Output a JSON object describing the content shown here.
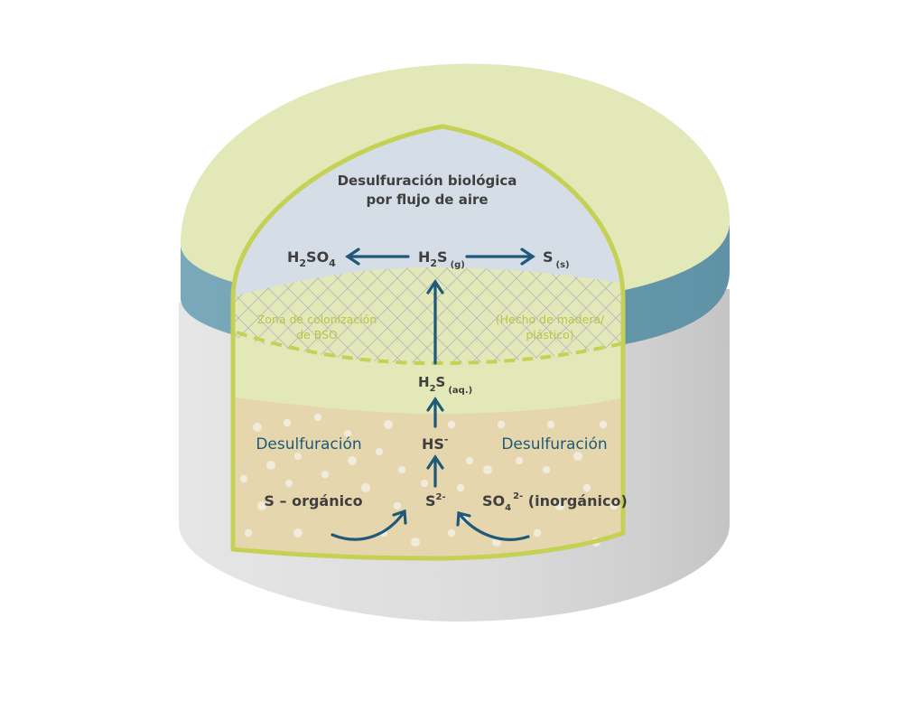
{
  "diagram": {
    "title_line1": "Desulfuración biológica",
    "title_line2": "por flujo de aire",
    "gas": {
      "left_main": "H",
      "left_sub1": "2",
      "left_main2": "SO",
      "left_sub2": "4",
      "center_main": "H",
      "center_sub1": "2",
      "center_main2": "S",
      "center_sub2": "(g)",
      "right_main": "S",
      "right_sub": "(s)"
    },
    "colonization": {
      "left_line1": "Zona de colonización",
      "left_line2": "de BSO",
      "right_line1": "(Hecho de madera/",
      "right_line2": "plástico)"
    },
    "aqueous": {
      "main": "H",
      "sub1": "2",
      "main2": "S",
      "sub2": "(aq.)"
    },
    "liquid": {
      "desulf_left": "Desulfuración",
      "desulf_right": "Desulfuración",
      "hs_main": "HS",
      "hs_sup": "-",
      "s_organic": "S – orgánico",
      "s2_main": "S",
      "s2_sup": "2-",
      "so4_main": "SO",
      "so4_sub": "4",
      "so4_sup": "2-",
      "so4_rest": " (inorgánico)"
    },
    "colors": {
      "tank_wall": "#d9d9d9",
      "roof_band": "#6a9eb0",
      "roof": "#e3e8b8",
      "gas_space": "#d5dde6",
      "mesh_zone": "#e3e8b8",
      "liquid": "#e6d6ad",
      "accent_green": "#c5d155",
      "arrow_blue": "#1f5878"
    }
  }
}
